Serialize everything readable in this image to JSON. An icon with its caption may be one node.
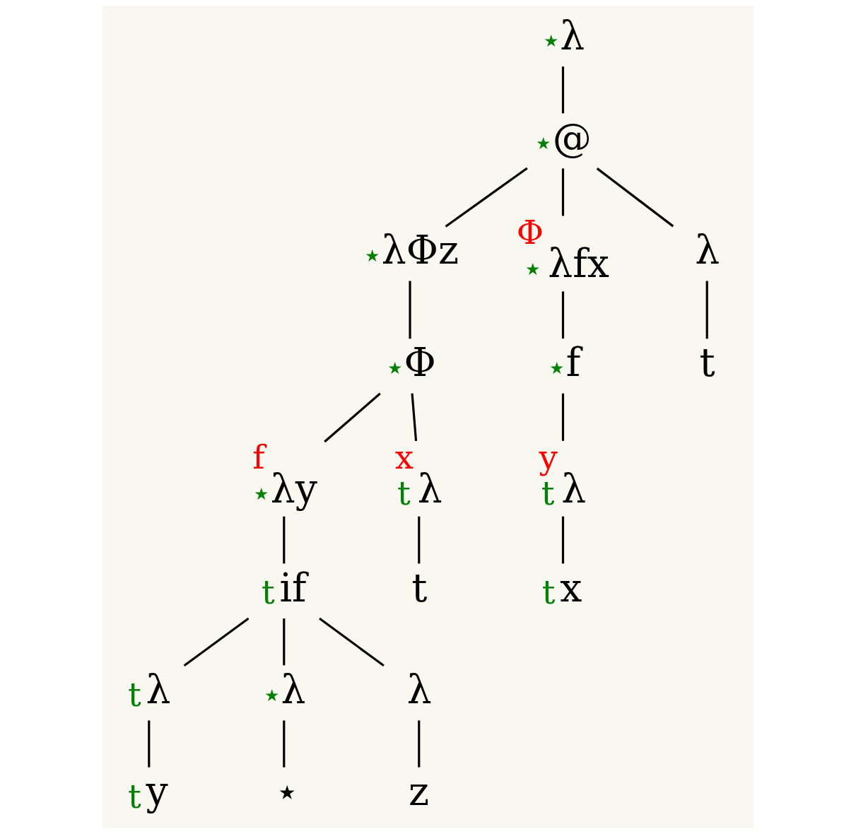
{
  "diagram": {
    "nodes": [
      {
        "text": [
          "λ"
        ],
        "beside": [
          "⋆"
        ]
      },
      {
        "text": [
          "@"
        ],
        "beside": [
          "⋆"
        ]
      },
      {
        "text": [
          "λΦz"
        ],
        "beside": [
          "⋆"
        ]
      },
      {
        "text": [
          "λfx"
        ],
        "beside": [
          "Φ",
          "⋆"
        ]
      },
      {
        "text": [
          "λ"
        ]
      },
      {
        "text": [
          "Φ"
        ],
        "beside": [
          "⋆"
        ]
      },
      {
        "text": [
          "f"
        ],
        "beside": [
          "⋆"
        ]
      },
      {
        "text": [
          "t"
        ]
      },
      {
        "text": [
          "λy"
        ],
        "beside": [
          "f",
          "⋆"
        ]
      },
      {
        "text": [
          "λ"
        ],
        "beside": [
          "x",
          "t"
        ]
      },
      {
        "text": [
          "λ"
        ],
        "beside": [
          "y",
          "t"
        ]
      },
      {
        "text": [
          "if"
        ],
        "beside": [
          "t"
        ]
      },
      {
        "text": [
          "t"
        ]
      },
      {
        "text": [
          "x"
        ],
        "beside": [
          "t"
        ]
      },
      {
        "text": [
          "λ"
        ],
        "beside": [
          "t"
        ]
      },
      {
        "text": [
          "λ"
        ],
        "beside": [
          "⋆"
        ]
      },
      {
        "text": [
          "λ"
        ]
      },
      {
        "text": [
          "y"
        ],
        "beside": [
          "t"
        ]
      },
      {
        "text": [
          "⋆"
        ]
      },
      {
        "text": [
          "z"
        ]
      }
    ],
    "edges": [
      {
        "from": 0,
        "to": 1,
        "arrow": "none"
      },
      {
        "from": 1,
        "to": 2,
        "arrow": "none"
      },
      {
        "from": 1,
        "to": 3,
        "arrow": "none"
      },
      {
        "from": 1,
        "to": 4,
        "arrow": "none"
      },
      {
        "from": 2,
        "to": 5,
        "arrow": "none"
      },
      {
        "from": 3,
        "to": 6,
        "arrow": "none"
      },
      {
        "from": 4,
        "to": 7,
        "arrow": "none"
      },
      {
        "from": 5,
        "to": 8,
        "arrow": "none"
      },
      {
        "from": 5,
        "to": 9,
        "arrow": "none"
      },
      {
        "from": 6,
        "to": 10,
        "arrow": "none"
      },
      {
        "from": 8,
        "to": 11,
        "arrow": "none"
      },
      {
        "from": 9,
        "to": 12,
        "arrow": "none"
      },
      {
        "from": 10,
        "to": 13,
        "arrow": "none"
      },
      {
        "from": 11,
        "to": 14,
        "arrow": "none"
      },
      {
        "from": 11,
        "to": 15,
        "arrow": "none"
      },
      {
        "from": 11,
        "to": 16,
        "arrow": "none"
      },
      {
        "from": 14,
        "to": 17,
        "arrow": "none"
      },
      {
        "from": 15,
        "to": 18,
        "arrow": "none"
      },
      {
        "from": 16,
        "to": 19,
        "arrow": "none"
      }
    ]
  }
}
